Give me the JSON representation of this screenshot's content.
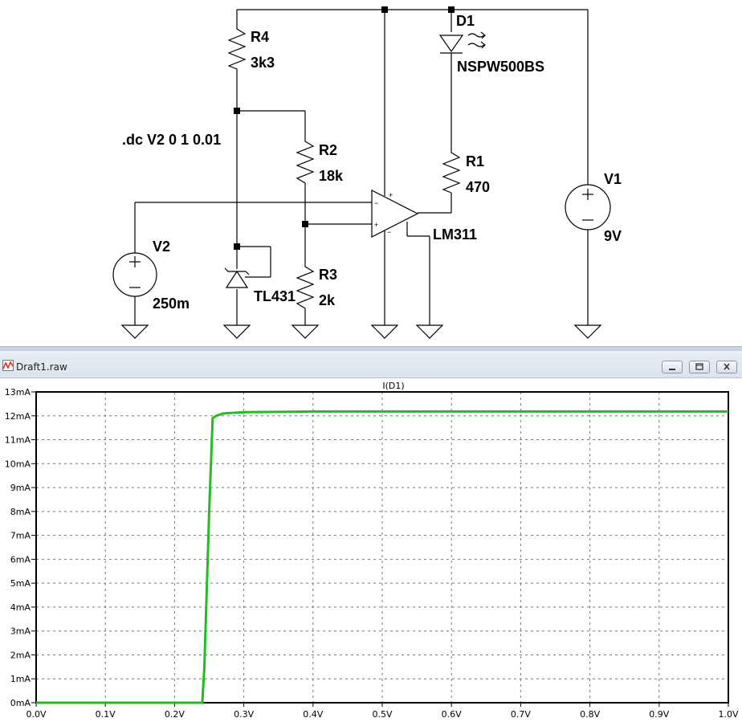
{
  "schematic": {
    "directive": ".dc V2 0 1 0.01",
    "components": {
      "R4": {
        "name": "R4",
        "value": "3k3"
      },
      "R2": {
        "name": "R2",
        "value": "18k"
      },
      "R3": {
        "name": "R3",
        "value": "2k"
      },
      "R1": {
        "name": "R1",
        "value": "470"
      },
      "D1": {
        "name": "D1",
        "value": "NSPW500BS"
      },
      "V1": {
        "name": "V1",
        "value": "9V"
      },
      "V2": {
        "name": "V2",
        "value": "250m"
      },
      "U1": {
        "value": "LM311"
      },
      "U2": {
        "value": "TL431"
      }
    }
  },
  "plot_window": {
    "title": "Draft1.raw",
    "trace_label": "I(D1)",
    "trace_color": "#22bb22"
  },
  "chart_data": {
    "type": "line",
    "title": "I(D1)",
    "xlabel": "",
    "ylabel": "",
    "xlim": [
      0,
      1
    ],
    "ylim": [
      0,
      13
    ],
    "x_ticks": [
      "0.0V",
      "0.1V",
      "0.2V",
      "0.3V",
      "0.4V",
      "0.5V",
      "0.6V",
      "0.7V",
      "0.8V",
      "0.9V",
      "1.0V"
    ],
    "y_ticks": [
      "0mA",
      "1mA",
      "2mA",
      "3mA",
      "4mA",
      "5mA",
      "6mA",
      "7mA",
      "8mA",
      "9mA",
      "10mA",
      "11mA",
      "12mA",
      "13mA"
    ],
    "grid": true,
    "series": [
      {
        "name": "I(D1)",
        "color": "#22bb22",
        "x": [
          0.0,
          0.24,
          0.243,
          0.25,
          0.255,
          0.26,
          0.27,
          0.3,
          0.4,
          1.0
        ],
        "y": [
          0.0,
          0.0,
          1.5,
          8.0,
          11.9,
          12.0,
          12.1,
          12.15,
          12.18,
          12.18
        ]
      }
    ]
  }
}
